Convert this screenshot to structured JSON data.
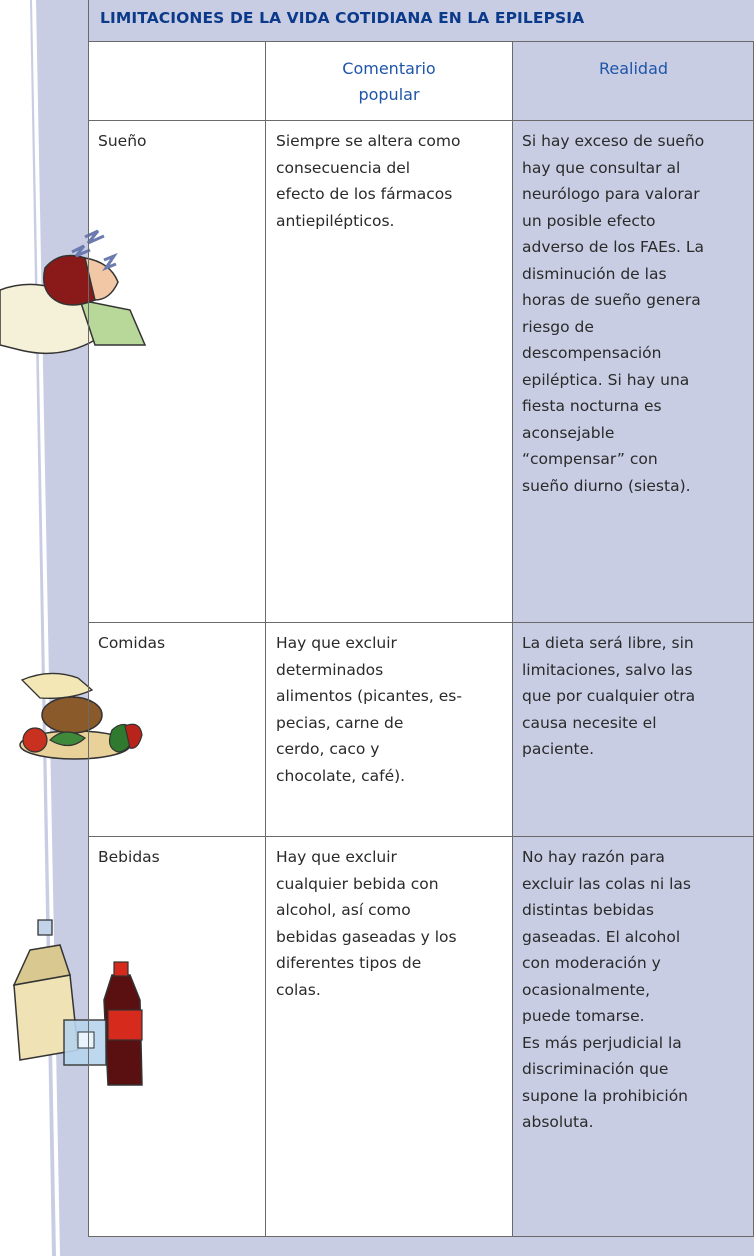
{
  "table": {
    "title": "LIMITACIONES DE LA VIDA COTIDIANA EN LA EPILEPSIA",
    "headers": {
      "blank": "",
      "comentario": "Comentario\npopular",
      "realidad": "Realidad"
    },
    "rows": [
      {
        "topic": "Sueño",
        "comentario": "Siempre se altera como\nconsecuencia del\nefecto de los fármacos\nantiepilépticos.",
        "realidad": "Si hay exceso de sueño\nhay que consultar al\nneurólogo para valorar\nun posible efecto\nadverso de los FAEs. La\ndisminución de las\nhoras de sueño genera\nriesgo de\ndescompensación\nepiléptica. Si hay una\nfiesta nocturna es\naconsejable\n“compensar” con\nsueño diurno (siesta)."
      },
      {
        "topic": "Comidas",
        "comentario": "Hay que excluir\ndeterminados\nalimentos (picantes, es-\npecias, carne de\ncerdo, caco y\nchocolate, café).",
        "realidad": "La dieta será libre, sin\nlimitaciones, salvo las\nque por cualquier otra\ncausa necesite el\npaciente."
      },
      {
        "topic": "Bebidas",
        "comentario": "Hay que excluir\ncualquier bebida con\nalcohol, así como\nbebidas gaseadas y los\ndiferentes tipos de\ncolas.",
        "realidad": "No hay razón para\nexcluir las colas ni las\ndistintas bebidas\ngaseadas. El alcohol\ncon moderación y\nocasionalmente,\npuede tomarse.\nEs más perjudicial la\ndiscriminación que\nsupone la prohibición\nabsoluta."
      }
    ]
  },
  "illustrations": [
    "sleeping-person-illustration",
    "food-platter-illustration",
    "drinks-illustration"
  ],
  "colors": {
    "accent_band": "#c8cde3",
    "title_text": "#0b3a8a",
    "header_text": "#1f55a8"
  }
}
